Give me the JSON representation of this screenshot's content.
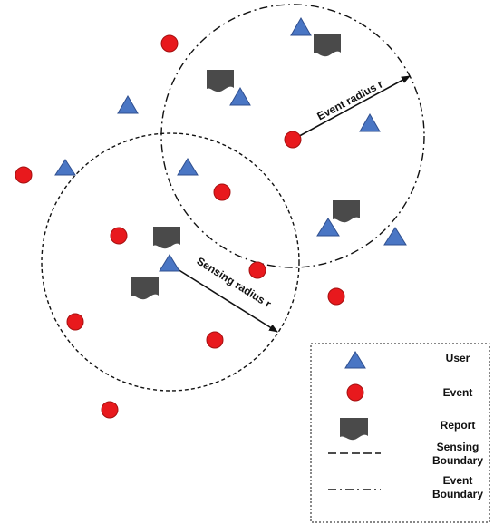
{
  "colors": {
    "user": "#4a76c4",
    "user_stroke": "#2f4f8f",
    "event": "#e8191d",
    "event_stroke": "#a51010",
    "report": "#4a4a4a",
    "line": "#111111"
  },
  "labels": {
    "event_radius": "Event radius r",
    "sensing_radius": "Sensing radius r"
  },
  "legend": {
    "items": [
      {
        "symbol": "user-icon",
        "label": "User"
      },
      {
        "symbol": "event-icon",
        "label": "Event"
      },
      {
        "symbol": "report-icon",
        "label": "Report"
      },
      {
        "symbol": "dashed-line",
        "label_lines": [
          "Sensing",
          "Boundary"
        ]
      },
      {
        "symbol": "dash-dot-line",
        "label_lines": [
          "Event",
          "Boundary"
        ]
      }
    ]
  }
}
